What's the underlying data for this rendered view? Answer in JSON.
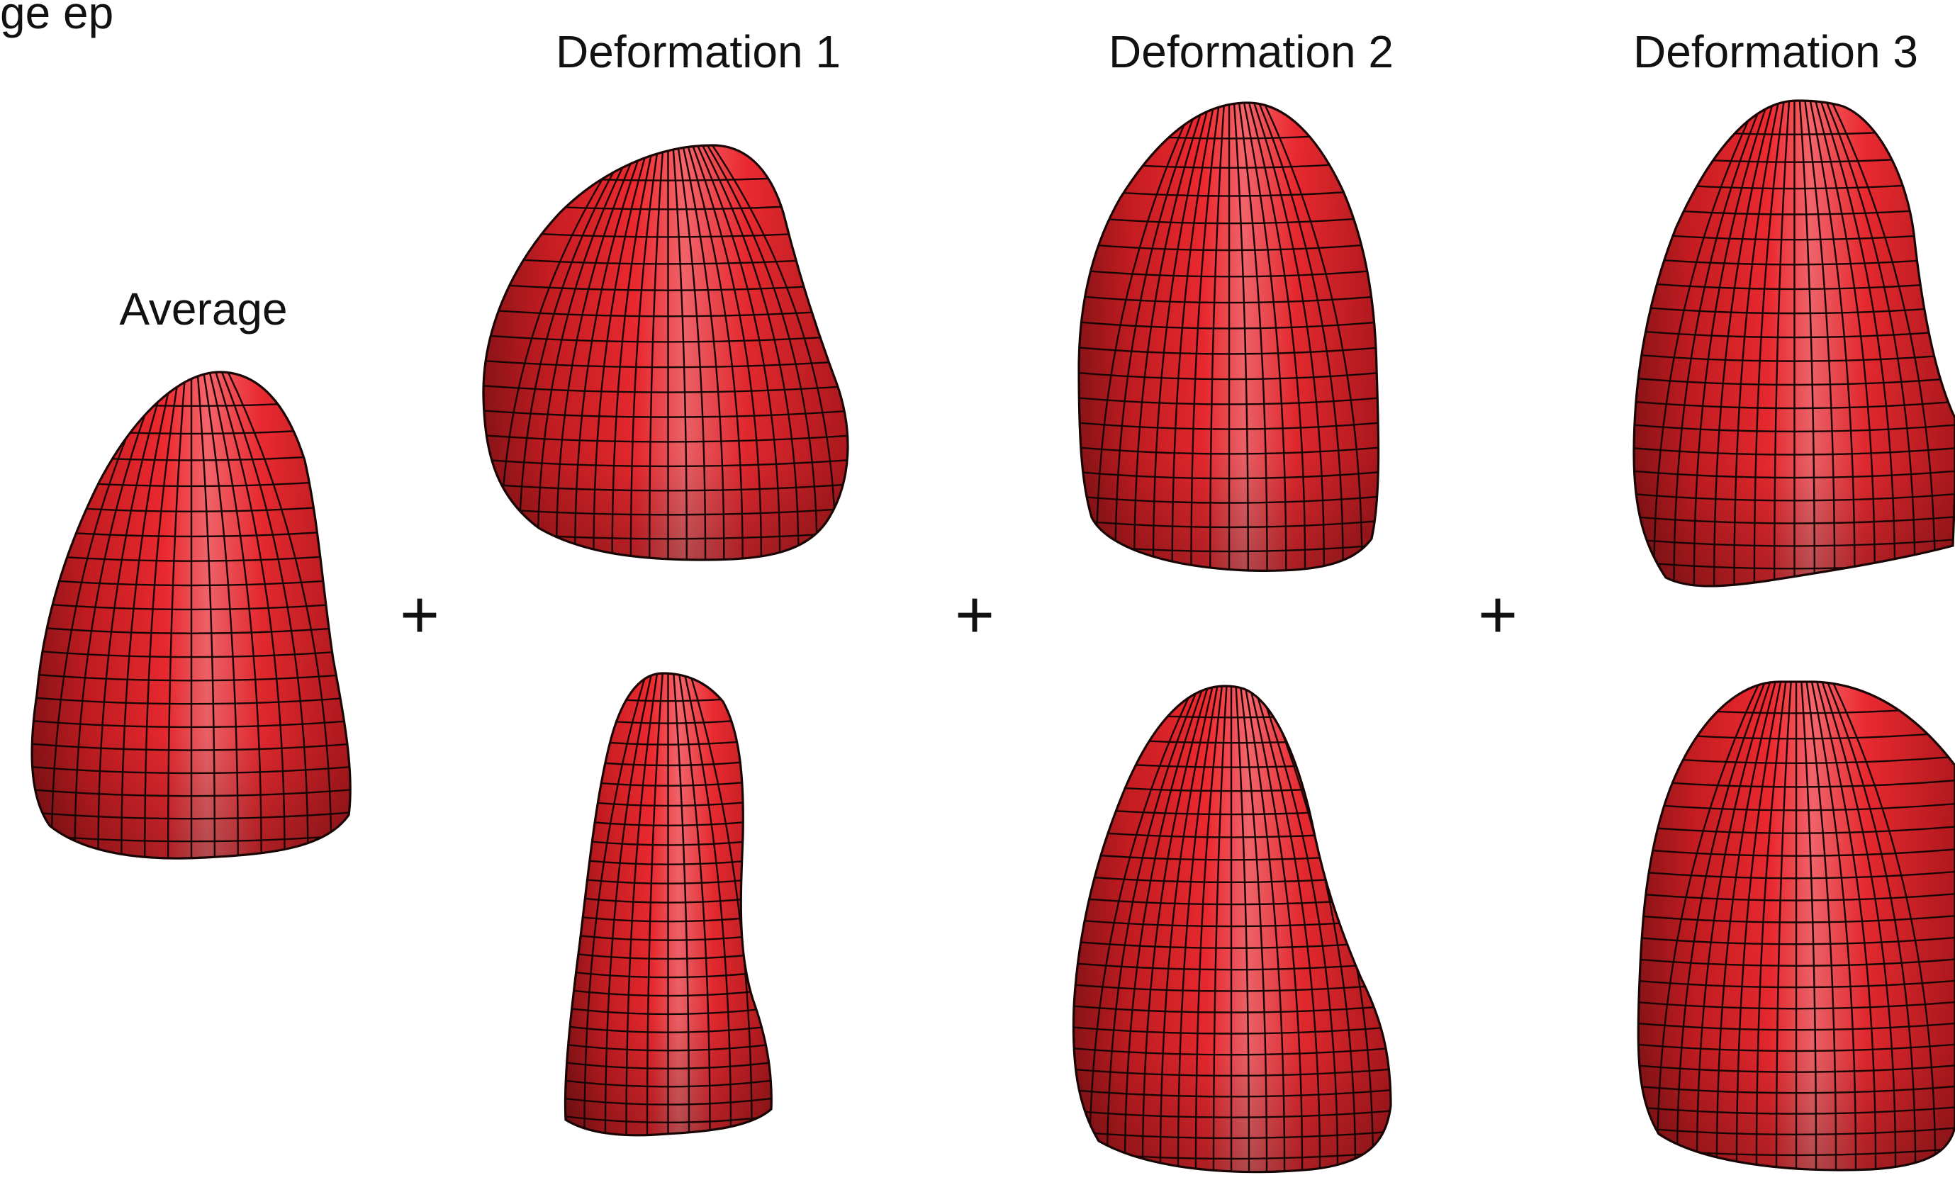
{
  "header": {
    "partial_title": "ge  ep"
  },
  "labels": {
    "average": "Average",
    "deformation_1": "Deformation 1",
    "deformation_2": "Deformation 2",
    "deformation_3": "Deformation 3"
  },
  "operators": {
    "plus": "+"
  },
  "colors": {
    "mesh_fill": "#e8252b",
    "mesh_fill_dark": "#a3181d",
    "mesh_fill_light": "#f07f86",
    "mesh_line": "#1a0505"
  },
  "shapes": [
    {
      "name": "average-shape"
    },
    {
      "name": "deformation-1-top-shape"
    },
    {
      "name": "deformation-1-bottom-shape"
    },
    {
      "name": "deformation-2-top-shape"
    },
    {
      "name": "deformation-2-bottom-shape"
    },
    {
      "name": "deformation-3-top-shape"
    },
    {
      "name": "deformation-3-bottom-shape"
    }
  ]
}
